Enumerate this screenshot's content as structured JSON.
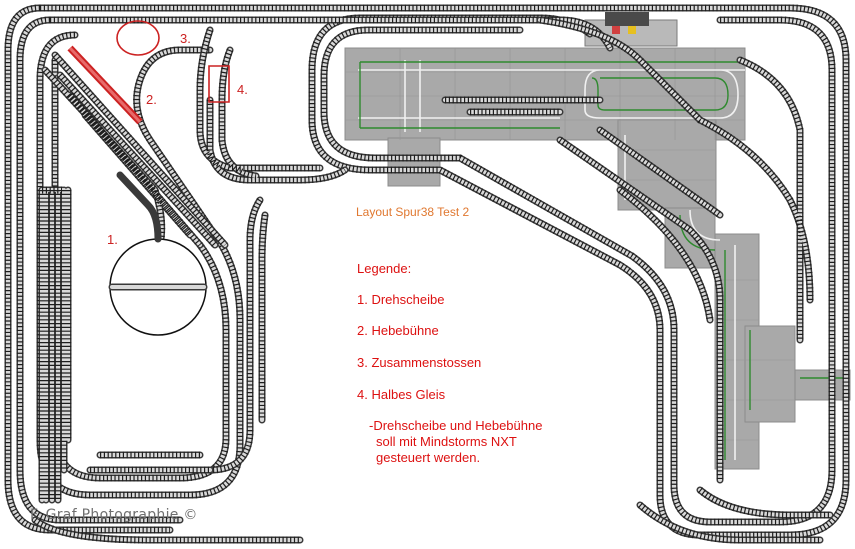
{
  "title": "Layout Spur38 Test 2",
  "legend": {
    "heading": "Legende:",
    "items": [
      "1. Drehscheibe",
      "2. Hebebühne",
      "3. Zusammenstossen",
      "4. Halbes Gleis"
    ],
    "note_lines": [
      "-Drehscheibe und Hebebühne",
      "soll mit Mindstorms NXT",
      "gesteuert werden."
    ]
  },
  "markers": [
    "1.",
    "2.",
    "3.",
    "4."
  ],
  "credit": "F. Graf Photographie ©",
  "colors": {
    "track": "#3a3a3a",
    "road": "#a9a9a9",
    "lane": "#2f8a2f",
    "annotation": "#dd1111",
    "title": "#e07830",
    "credit": "#707070"
  }
}
